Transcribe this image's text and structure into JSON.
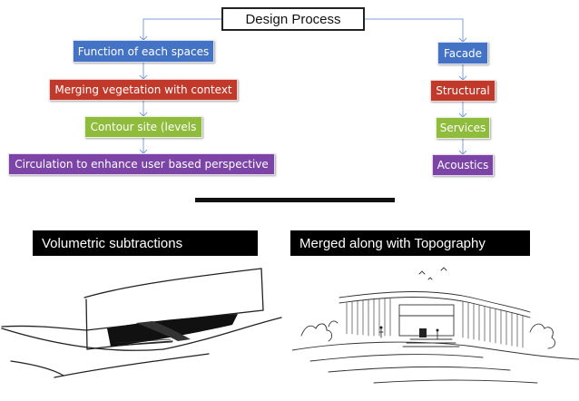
{
  "diagram": {
    "title": "Design Process",
    "left_branch": [
      {
        "label": "Function of each spaces",
        "color": "#4472c4"
      },
      {
        "label": "Merging vegetation with context",
        "color": "#c0392b"
      },
      {
        "label": "Contour site (levels",
        "color": "#8fbc3c"
      },
      {
        "label": "Circulation to enhance user based perspective",
        "color": "#7b44a6"
      }
    ],
    "right_branch": [
      {
        "label": "Facade",
        "color": "#4472c4"
      },
      {
        "label": "Structural",
        "color": "#c0392b"
      },
      {
        "label": "Services",
        "color": "#8fbc3c"
      },
      {
        "label": "Acoustics",
        "color": "#7b44a6"
      }
    ]
  },
  "captions": {
    "left": "Volumetric subtractions",
    "right": "Merged along with Topography"
  }
}
